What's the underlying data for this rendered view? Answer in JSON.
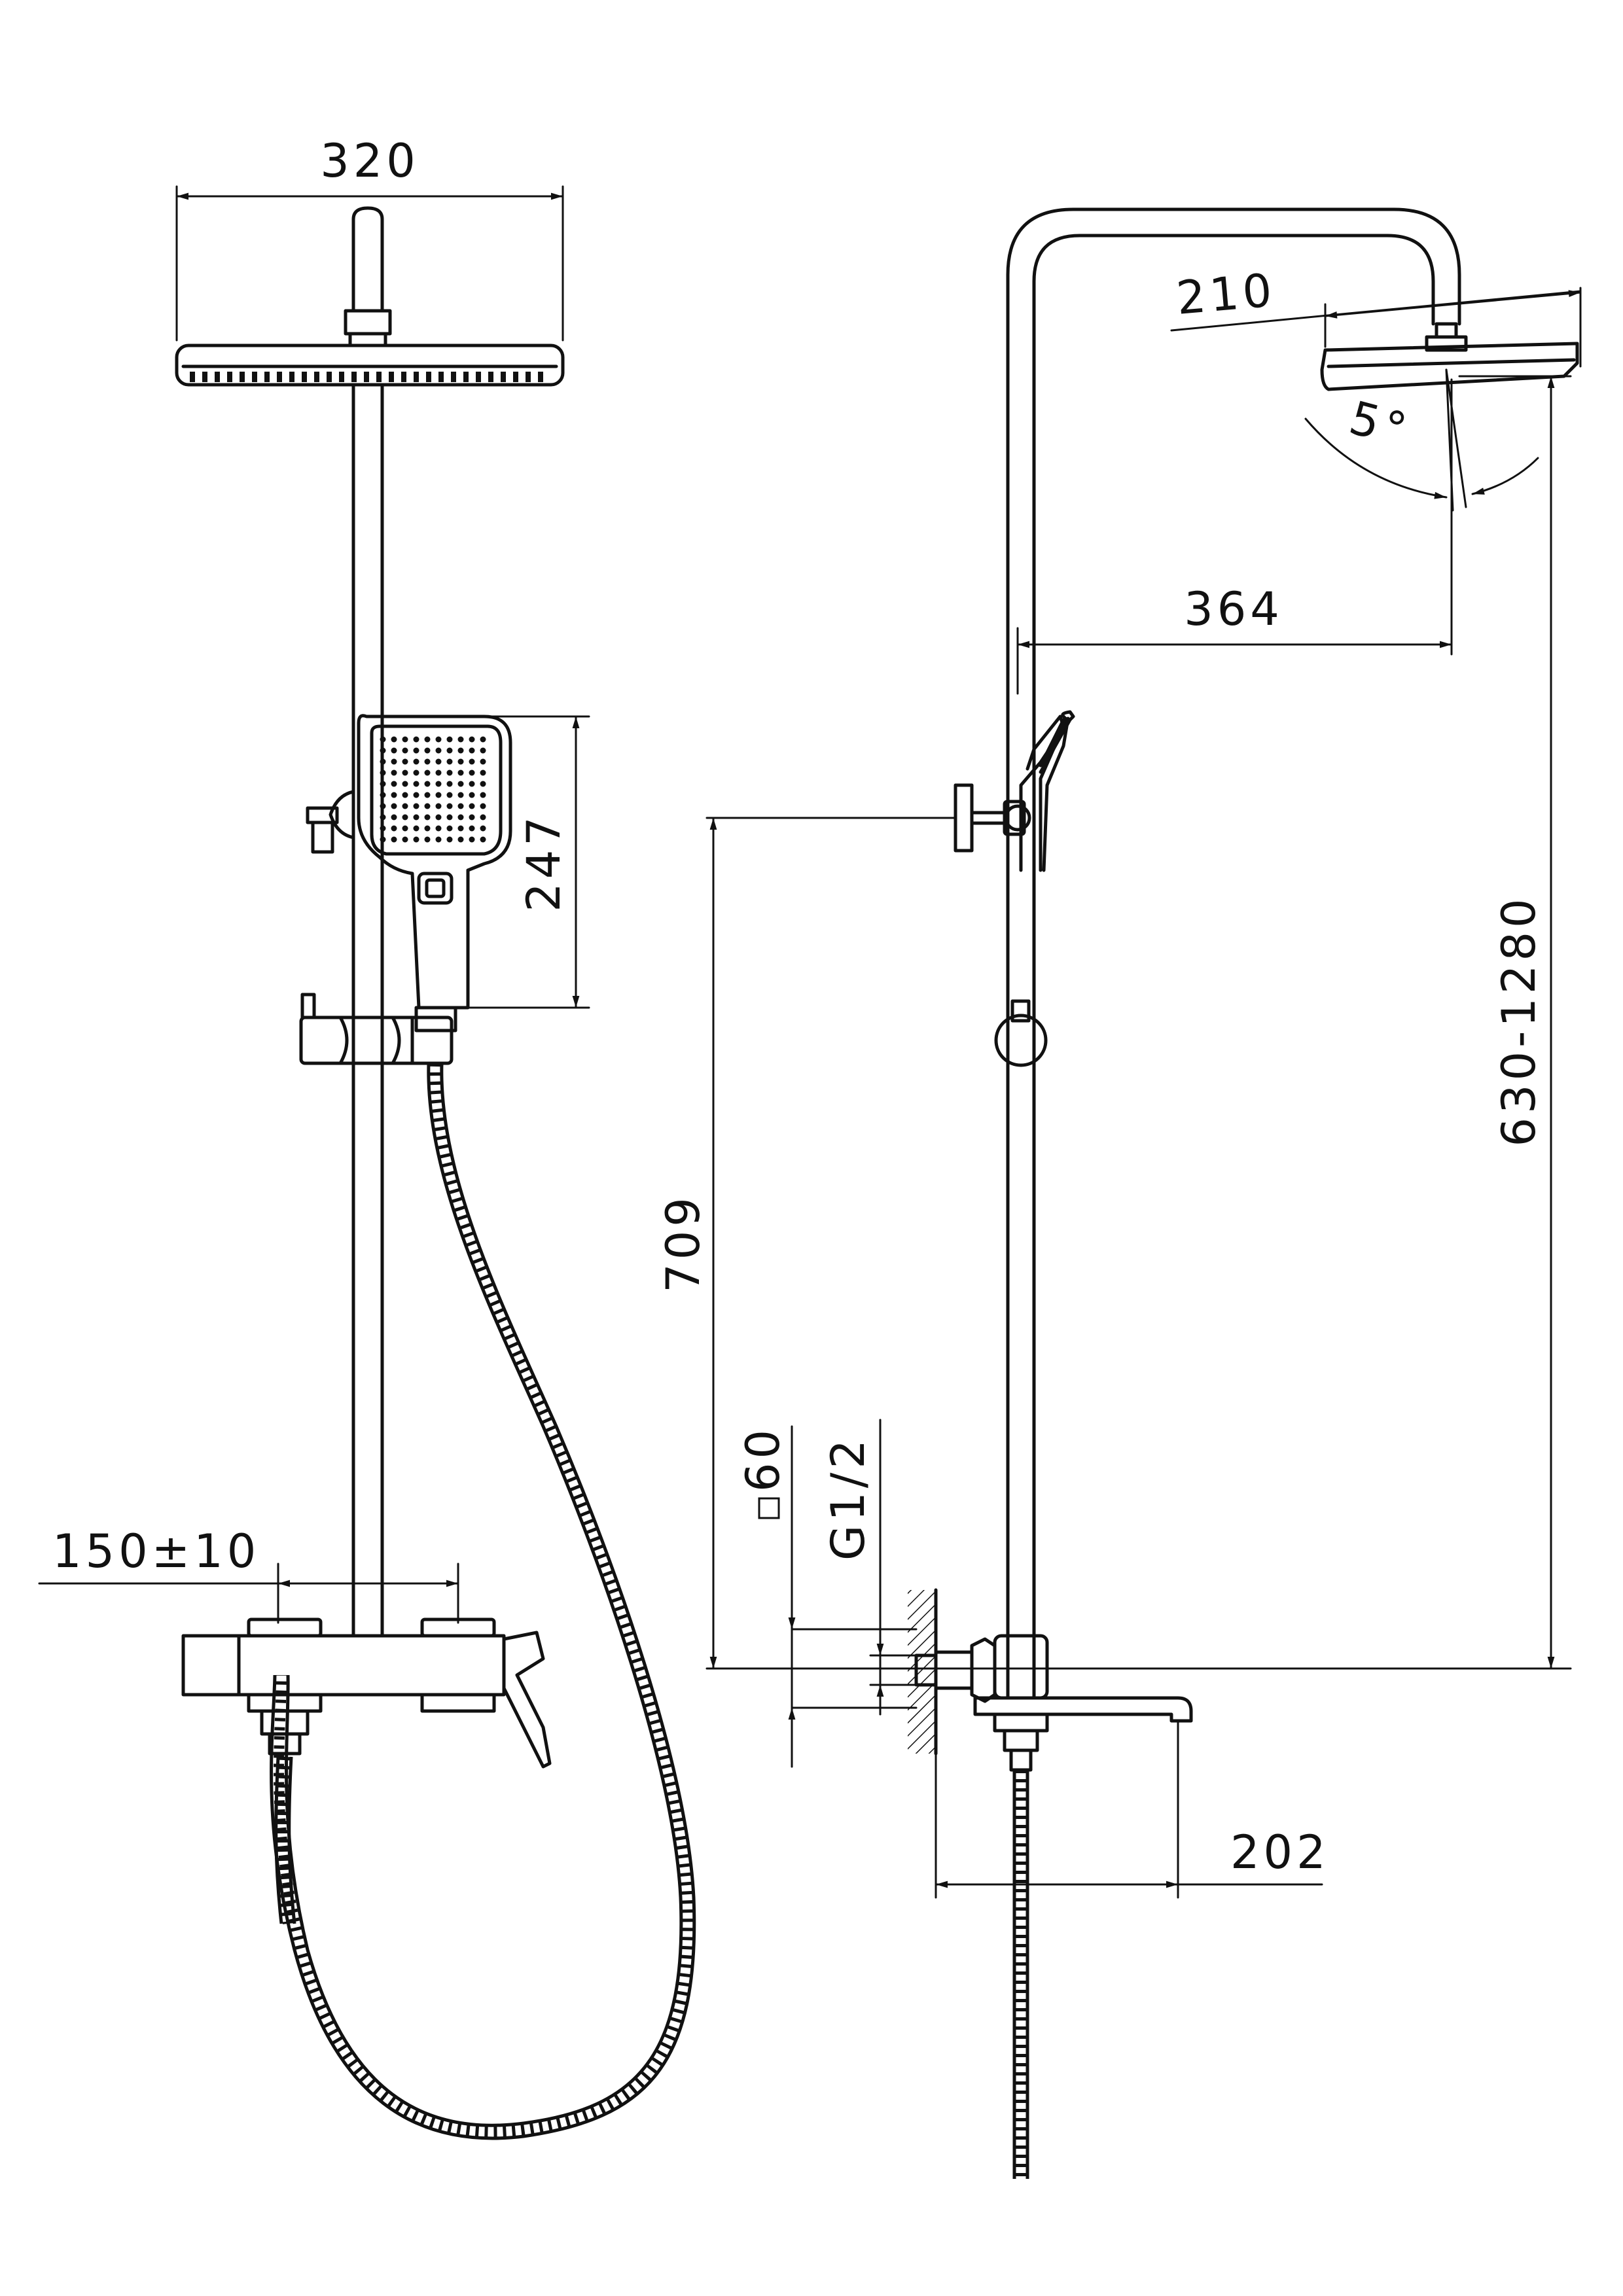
{
  "dimensions": {
    "head_width_front": "320",
    "handshower_height": "247",
    "mixer_centers": "150±10",
    "wall_to_handshower_height": "709",
    "outlet_square": "60",
    "inlet_thread": "G1/2",
    "head_width_side": "210",
    "head_tilt": "5°",
    "arm_reach": "364",
    "adjustable_height": "630-1280",
    "spout_length": "202"
  }
}
